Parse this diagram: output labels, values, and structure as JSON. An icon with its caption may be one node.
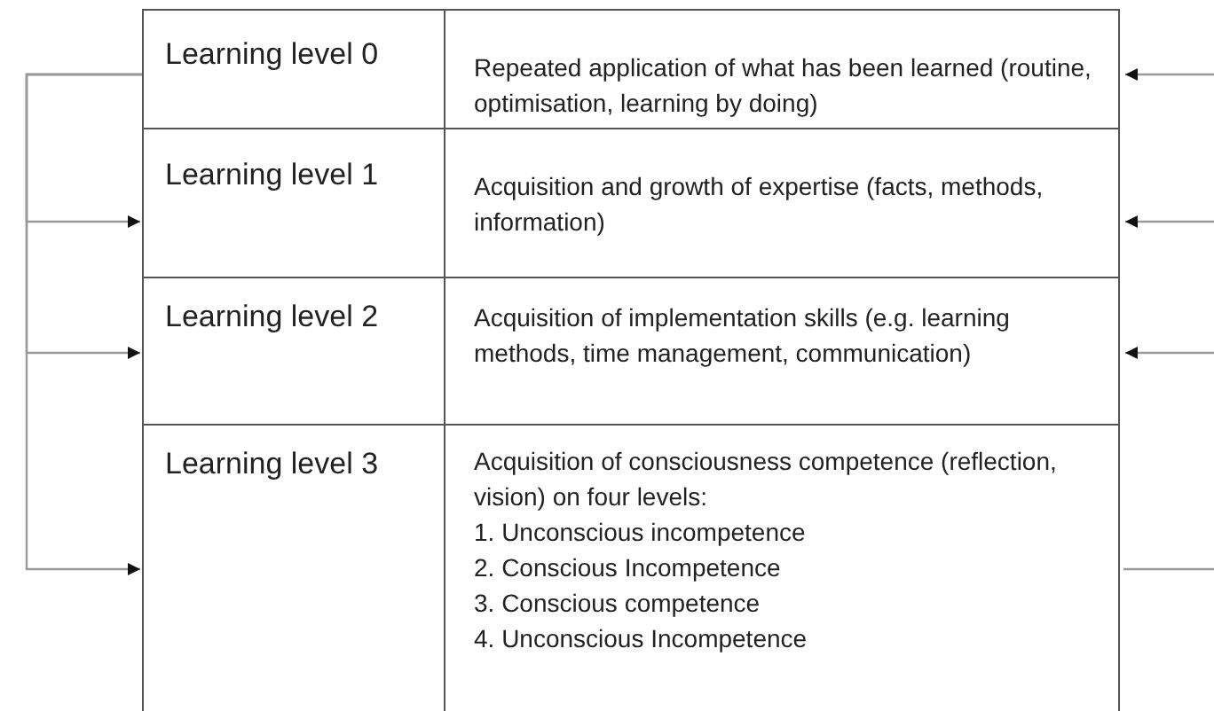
{
  "diagram": {
    "nodes": [
      {
        "text": [
          "Learning level 0",
          "Repeated application of what has been learned (routine, optimisation, learning by doing)"
        ]
      },
      {
        "text": [
          "Learning level 1",
          "Acquisition and growth of expertise (facts, methods, information)"
        ]
      },
      {
        "text": [
          "Learning level 2",
          "Acquisition of implementation skills (e.g. learning methods, time management, communication)"
        ]
      },
      {
        "text": [
          "Learning level 3",
          "Acquisition of consciousness competence (reflection, vision) on four levels:",
          "1. Unconscious incompetence",
          "2. Conscious Incompetence",
          "3. Conscious competence",
          "4. Unconscious Incompetence"
        ]
      }
    ],
    "edges": [
      {
        "from": 0,
        "to": 1,
        "arrow": "to"
      },
      {
        "from": 0,
        "to": 2,
        "arrow": "to"
      },
      {
        "from": 0,
        "to": 3,
        "arrow": "to"
      },
      {
        "from": null,
        "to": 0,
        "arrow": "to"
      },
      {
        "from": null,
        "to": 1,
        "arrow": "to"
      },
      {
        "from": null,
        "to": 2,
        "arrow": "to"
      },
      {
        "from": 3,
        "to": null,
        "arrow": "none"
      }
    ]
  }
}
